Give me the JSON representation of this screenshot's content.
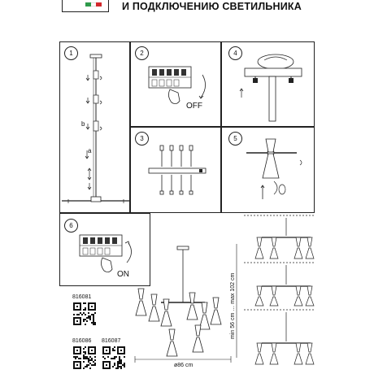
{
  "header": {
    "title": "И ПОДКЛЮЧЕНИЮ СВЕТИЛЬНИКА",
    "logo_stripe_colors": [
      "#2e9a4a",
      "#ffffff",
      "#d2282c"
    ]
  },
  "steps": [
    {
      "number": "1"
    },
    {
      "number": "2",
      "caption": "OFF"
    },
    {
      "number": "3"
    },
    {
      "number": "4"
    },
    {
      "number": "5"
    },
    {
      "number": "6",
      "caption": "ON"
    }
  ],
  "step1": {
    "label_b": "b",
    "label_a": "a"
  },
  "dimensions": {
    "diameter": "ø86 cm",
    "height": "min 56 cm … max 102 cm"
  },
  "codes": [
    "816081",
    "816086",
    "816087"
  ],
  "icons": [
    "cable-hanger-icon",
    "breaker-off-icon",
    "rotate-arrow-icon",
    "screws-icon",
    "canopy-wiring-icon",
    "shade-install-icon",
    "breaker-on-icon",
    "qr-code-icon",
    "chandelier-icon"
  ]
}
